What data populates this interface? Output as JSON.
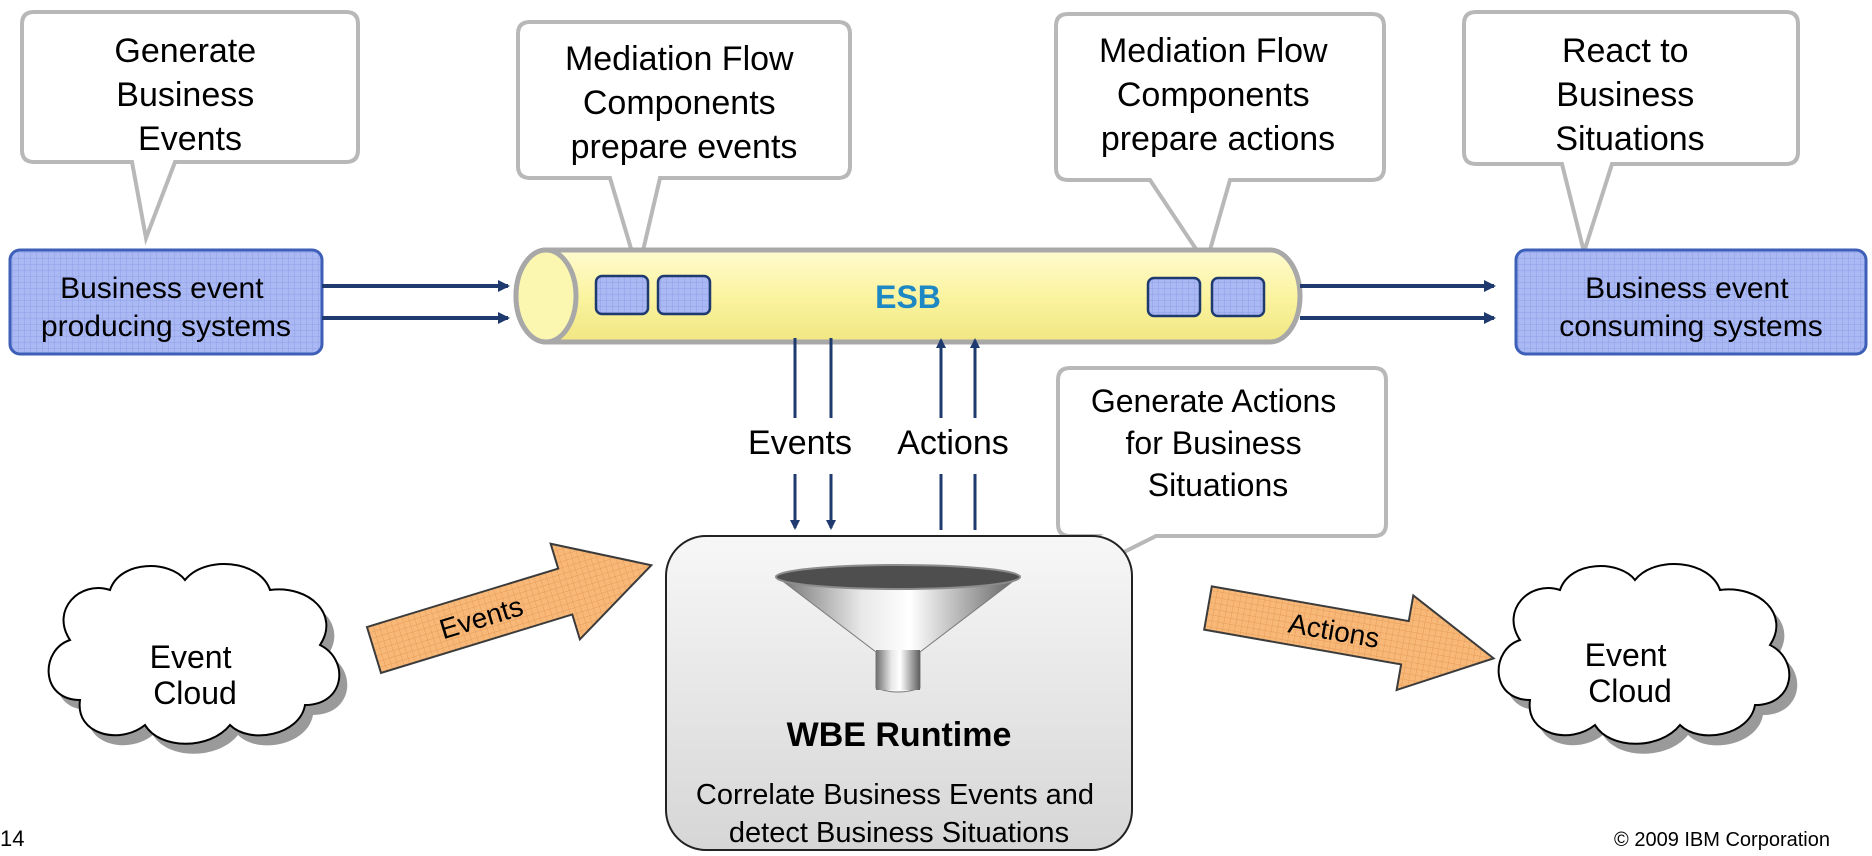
{
  "callouts": {
    "generate_events": [
      "Generate",
      "Business",
      "Events"
    ],
    "mediation_events": [
      "Mediation Flow",
      "Components",
      "prepare events"
    ],
    "mediation_actions": [
      "Mediation Flow",
      "Components",
      "prepare actions"
    ],
    "react": [
      "React to",
      "Business",
      "Situations"
    ],
    "generate_actions": [
      "Generate Actions",
      "for Business",
      "Situations"
    ]
  },
  "producers": [
    "Business event",
    "producing systems"
  ],
  "consumers": [
    "Business event",
    "consuming systems"
  ],
  "esb": {
    "label": "ESB"
  },
  "flows": {
    "events": "Events",
    "actions": "Actions"
  },
  "cloud_left": [
    "Event",
    "Cloud"
  ],
  "cloud_right": [
    "Event",
    "Cloud"
  ],
  "arrow_events": "Events",
  "arrow_actions": "Actions",
  "runtime": {
    "title": "WBE Runtime",
    "desc": [
      "Correlate Business Events and",
      "detect Business Situations"
    ]
  },
  "footer": {
    "page": "14",
    "copyright": "© 2009 IBM Corporation"
  },
  "colors": {
    "system_fill": "#a9b6f2",
    "system_stroke": "#4060b8",
    "esb_fill": "#fbf6a6",
    "esb_text": "#1e88c4",
    "arrow_line": "#1f3a6e",
    "orange_arrow": "#f6b676"
  }
}
